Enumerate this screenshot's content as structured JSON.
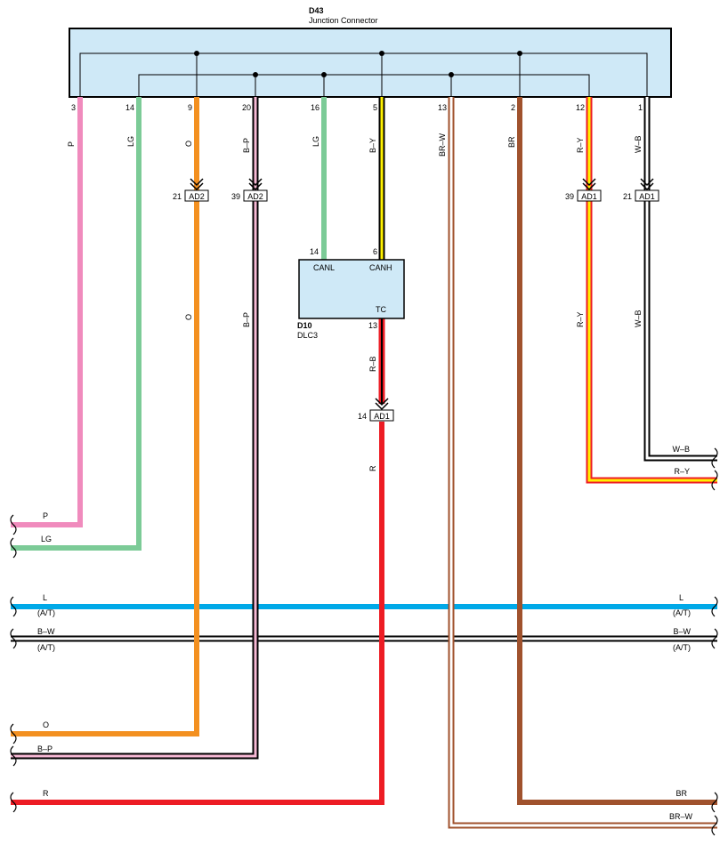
{
  "junction": {
    "code": "D43",
    "name": "Junction Connector"
  },
  "dlc": {
    "code": "D10",
    "name": "DLC3",
    "canl": "CANL",
    "canh": "CANH",
    "tc": "TC",
    "pin_canl": "14",
    "pin_canh": "6",
    "pin_tc": "13"
  },
  "pins": {
    "p3": "3",
    "p14": "14",
    "p9": "9",
    "p20": "20",
    "p16": "16",
    "p5": "5",
    "p13": "13",
    "p2": "2",
    "p12": "12",
    "p1": "1"
  },
  "wire_colors": {
    "P": "P",
    "LG": "LG",
    "O": "O",
    "BP": "B–P",
    "BY": "B–Y",
    "BRW": "BR–W",
    "BR": "BR",
    "RY": "R–Y",
    "WB": "W–B",
    "RB": "R–B",
    "R": "R",
    "L": "L",
    "BW": "B–W"
  },
  "connectors": {
    "ad2_a": {
      "pin": "21",
      "label": "AD2"
    },
    "ad2_b": {
      "pin": "39",
      "label": "AD2"
    },
    "ad1_a": {
      "pin": "39",
      "label": "AD1"
    },
    "ad1_b": {
      "pin": "21",
      "label": "AD1"
    },
    "ad1_c": {
      "pin": "14",
      "label": "AD1"
    }
  },
  "notes": {
    "at": "(A/T)"
  },
  "palette": {
    "pink": "#f08bbd",
    "lightgreen": "#7ccb97",
    "orange": "#f39020",
    "blue": "#00a9e8",
    "red": "#ed1c24",
    "brown": "#a0522d",
    "yellow": "#fff200",
    "box": "#cfe9f7"
  }
}
